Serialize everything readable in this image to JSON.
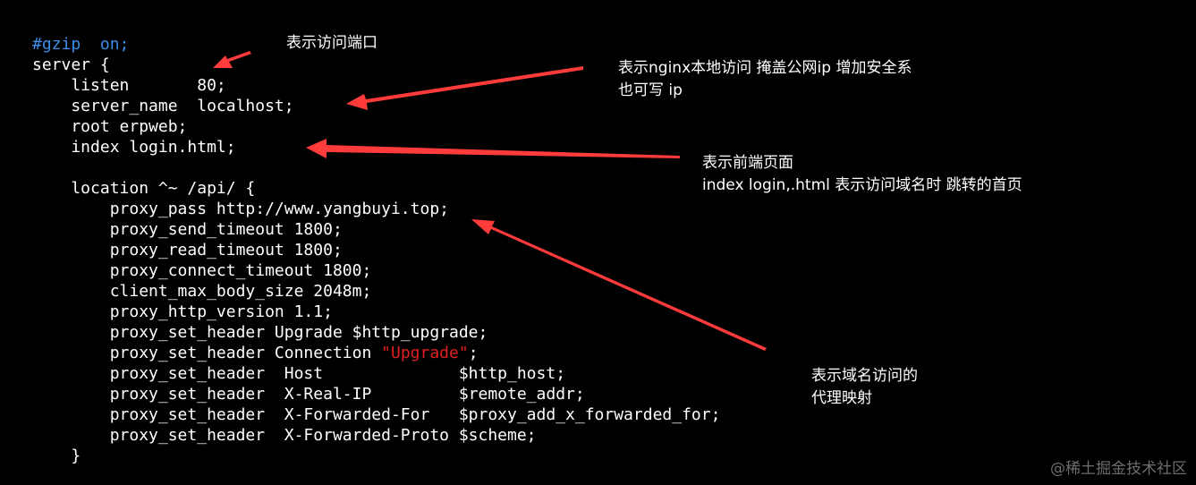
{
  "colors": {
    "background": "#000000",
    "code_text": "#ffffff",
    "comment": "#3b8eea",
    "string": "#e02020",
    "arrow": "#ff3b3b",
    "annotation_text": "#ffffff",
    "watermark": "#6e6e6e"
  },
  "code": {
    "lines": [
      [
        {
          "t": "#gzip  on;",
          "k": "comment"
        }
      ],
      [
        {
          "t": "server {"
        }
      ],
      [
        {
          "t": "    listen       80;"
        }
      ],
      [
        {
          "t": "    server_name  localhost;"
        }
      ],
      [
        {
          "t": "    root erpweb;"
        }
      ],
      [
        {
          "t": "    index login.html;"
        }
      ],
      [
        {
          "t": ""
        }
      ],
      [
        {
          "t": "    location ^~ /api/ {"
        }
      ],
      [
        {
          "t": "        proxy_pass http://www.yangbuyi.top;"
        }
      ],
      [
        {
          "t": "        proxy_send_timeout 1800;"
        }
      ],
      [
        {
          "t": "        proxy_read_timeout 1800;"
        }
      ],
      [
        {
          "t": "        proxy_connect_timeout 1800;"
        }
      ],
      [
        {
          "t": "        client_max_body_size 2048m;"
        }
      ],
      [
        {
          "t": "        proxy_http_version 1.1;"
        }
      ],
      [
        {
          "t": "        proxy_set_header Upgrade $http_upgrade;"
        }
      ],
      [
        {
          "t": "        proxy_set_header Connection "
        },
        {
          "t": "\"Upgrade\"",
          "k": "string"
        },
        {
          "t": ";"
        }
      ],
      [
        {
          "t": "        proxy_set_header  Host              $http_host;"
        }
      ],
      [
        {
          "t": "        proxy_set_header  X-Real-IP         $remote_addr;"
        }
      ],
      [
        {
          "t": "        proxy_set_header  X-Forwarded-For   $proxy_add_x_forwarded_for;"
        }
      ],
      [
        {
          "t": "        proxy_set_header  X-Forwarded-Proto $scheme;"
        }
      ],
      [
        {
          "t": "    }"
        }
      ]
    ]
  },
  "annotations": {
    "port": {
      "lines": [
        "表示访问端口"
      ]
    },
    "server_name": {
      "lines": [
        "表示nginx本地访问  掩盖公网ip  增加安全系",
        "也可写 ip"
      ]
    },
    "index_page": {
      "lines": [
        "表示前端页面",
        "index login,.html 表示访问域名时 跳转的首页"
      ]
    },
    "proxy": {
      "lines": [
        "表示域名访问的",
        "代理映射"
      ]
    }
  },
  "watermark": "@稀土掘金技术社区"
}
